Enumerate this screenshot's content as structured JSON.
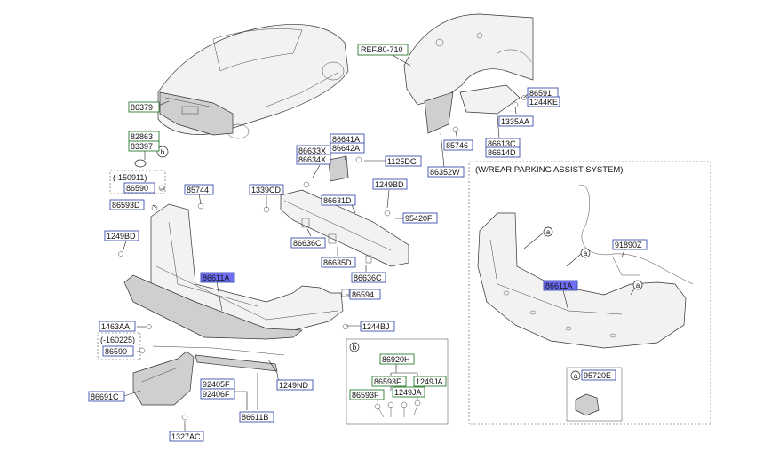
{
  "callouts": {
    "c86379": "86379",
    "c82863": "82863",
    "c83397": "83397",
    "c150911": "(-150911)",
    "c86590a": "86590",
    "c86593D": "86593D",
    "c85744": "85744",
    "c1249BD_left": "1249BD",
    "c86611A": "86611A",
    "c1463AA": "1463AA",
    "c160225": "(-160225)",
    "c86590b": "86590",
    "c86691C": "86691C",
    "c1327AC": "1327AC",
    "c92405F": "92405F",
    "c92406F": "92406F",
    "c86611B": "86611B",
    "c1249ND": "1249ND",
    "c1244BJ": "1244BJ",
    "c86594": "86594",
    "c86636C_a": "86636C",
    "c86635D": "86635D",
    "c86636C_b": "86636C",
    "c1339CD": "1339CD",
    "c86633X": "86633X",
    "c86634X": "86634X",
    "c86641A": "86641A",
    "c86642A": "86642A",
    "c1125DG": "1125DG",
    "c86631D": "86631D",
    "c1249BD_right": "1249BD",
    "c95420F": "95420F",
    "cREF": "REF.80-710",
    "c85746": "85746",
    "c86352W": "86352W",
    "c86591": "86591",
    "c1244KE": "1244KE",
    "c1335AA": "1335AA",
    "c86613C": "86613C",
    "c86614D": "86614D",
    "b_label": "b",
    "b_86920H": "86920H",
    "b_86593F_a": "86593F",
    "b_1249JA_a": "1249JA",
    "b_86593F_b": "86593F",
    "b_1249JA_b": "1249JA",
    "pas_heading": "(W/REAR PARKING ASSIST SYSTEM)",
    "pas_91890Z": "91890Z",
    "pas_86611A": "86611A",
    "pas_a": "a",
    "pas_95720E": "95720E",
    "marker_a": "a",
    "marker_b": "b"
  },
  "colors": {
    "callout_border": "#3a4fa8",
    "callout_border_green": "#2e7d32",
    "callout_selected": "#6f6ff5"
  }
}
